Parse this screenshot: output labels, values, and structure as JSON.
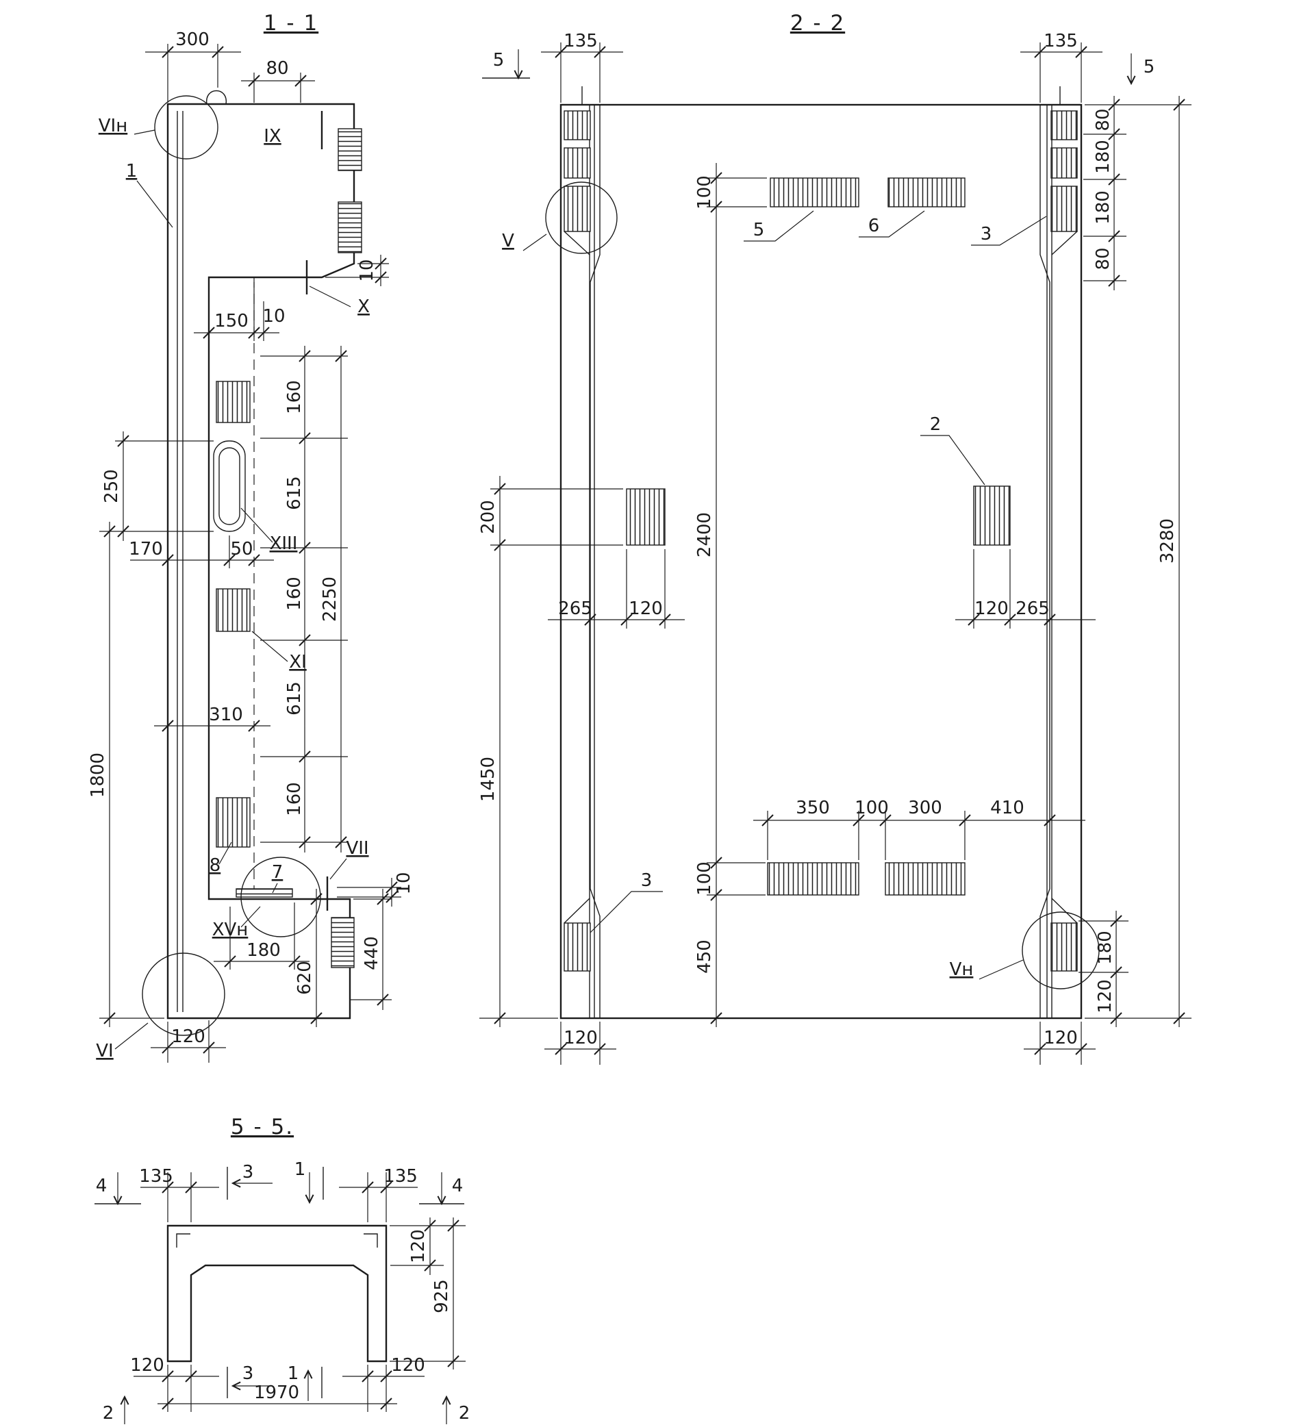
{
  "sheet": {
    "background": "#ffffff",
    "ink": "#1c1c1c"
  },
  "s11": {
    "title": "1 - 1",
    "labels": {
      "vi_n": "VIн",
      "ix": "IX",
      "one": "1",
      "x": "X",
      "xiii": "XIII",
      "xi": "XI",
      "eight": "8",
      "seven": "7",
      "vii": "VII",
      "xv_n": "XVн",
      "vi": "VI"
    },
    "dims": {
      "d300": "300",
      "d80": "80",
      "d10_flange": "10",
      "d150": "150",
      "d10_gap": "10",
      "d160_top": "160",
      "d615_top": "615",
      "d160_mid": "160",
      "d615_bot": "615",
      "d160_bot": "160",
      "d2250": "2250",
      "d250": "250",
      "d170": "170",
      "d50": "50",
      "d310": "310",
      "d1800": "1800",
      "d10_step": "10",
      "d180": "180",
      "d440": "440",
      "d620": "620",
      "d120": "120"
    }
  },
  "s22": {
    "title": "2 - 2",
    "labels": {
      "v": "V",
      "v_n": "Vн",
      "item5": "5",
      "item6": "6",
      "item3_top": "3",
      "item3_bot": "3",
      "item2": "2",
      "cut5_left": "5",
      "cut5_right": "5"
    },
    "dims": {
      "d135_left": "135",
      "d135_right": "135",
      "d100_top": "100",
      "d80_a": "80",
      "d180_a": "180",
      "d180_b": "180",
      "d80_b": "80",
      "d3280": "3280",
      "d2400": "2400",
      "d200": "200",
      "d265_left": "265",
      "d120_left": "120",
      "d120_right": "120",
      "d265_right": "265",
      "d1450": "1450",
      "d350": "350",
      "d100_mid": "100",
      "d300": "300",
      "d410": "410",
      "d100_bot": "100",
      "d450": "450",
      "d180_c": "180",
      "d120_c": "120",
      "d120_bot_left": "120",
      "d120_bot_right": "120"
    }
  },
  "s55": {
    "title": "5 - 5.",
    "labels": {
      "cut4_left": "4",
      "cut4_right": "4",
      "cut3_top": "3",
      "cut1_top": "1",
      "cut3_bot": "3",
      "cut1_bot": "1",
      "cut2_left": "2",
      "cut2_right": "2"
    },
    "dims": {
      "d135_left": "135",
      "d135_right": "135",
      "d120_flange": "120",
      "d925": "925",
      "d120_bot_left": "120",
      "d120_bot_right": "120",
      "d1970": "1970"
    }
  }
}
